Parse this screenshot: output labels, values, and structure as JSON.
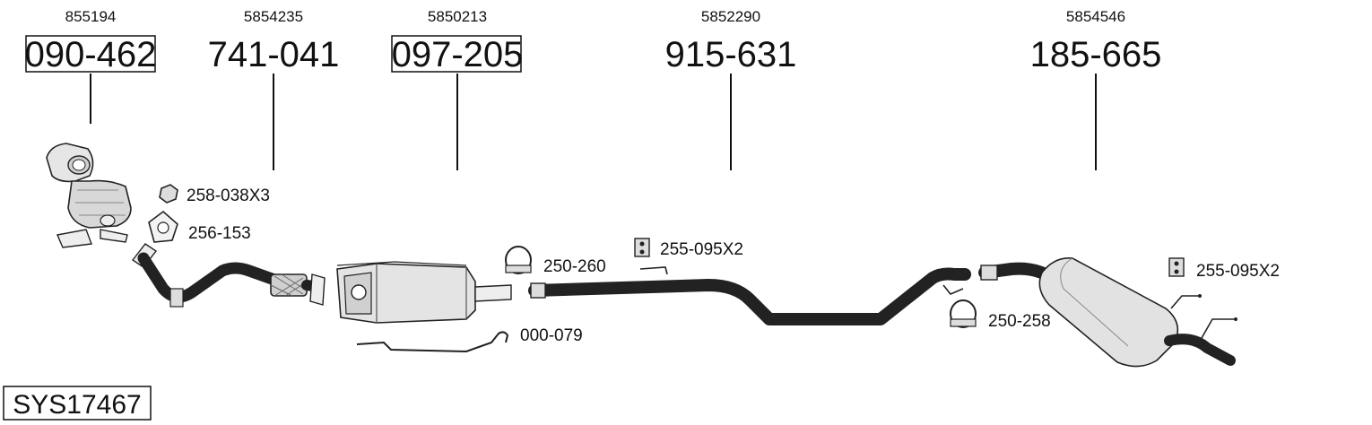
{
  "parts": [
    {
      "oem": "855194",
      "number": "090-462",
      "boxed": true
    },
    {
      "oem": "5854235",
      "number": "741-041",
      "boxed": false
    },
    {
      "oem": "5850213",
      "number": "097-205",
      "boxed": true
    },
    {
      "oem": "5852290",
      "number": "915-631",
      "boxed": false
    },
    {
      "oem": "5854546",
      "number": "185-665",
      "boxed": false
    }
  ],
  "accessories": [
    {
      "label": "258-038X3",
      "icon": "nut-icon"
    },
    {
      "label": "256-153",
      "icon": "gasket-icon"
    },
    {
      "label": "250-260",
      "icon": "clamp-icon"
    },
    {
      "label": "255-095X2",
      "icon": "rubber-mount-icon"
    },
    {
      "label": "000-079",
      "icon": "sensor-icon"
    },
    {
      "label": "250-258",
      "icon": "clamp-icon"
    },
    {
      "label": "255-095X2",
      "icon": "rubber-mount-icon"
    }
  ],
  "system_id": "SYS17467"
}
